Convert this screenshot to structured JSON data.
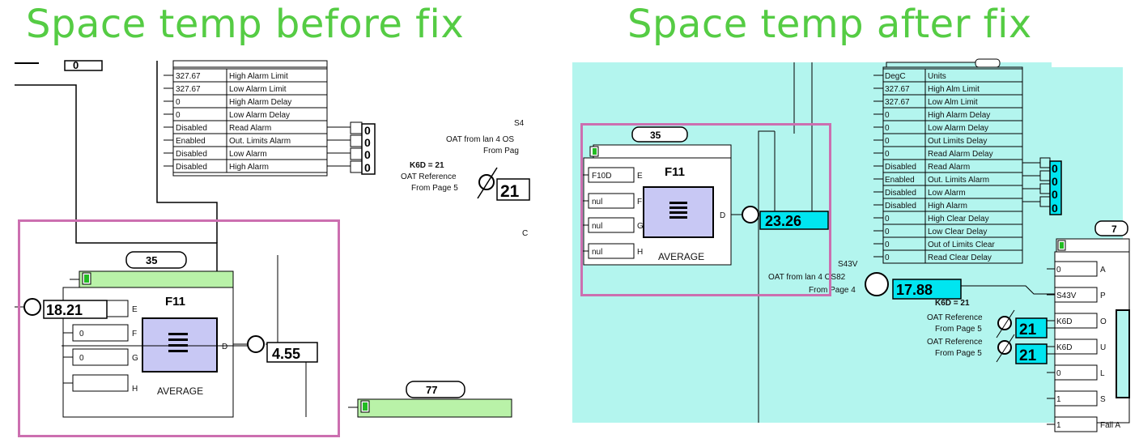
{
  "titles": {
    "before": "Space temp before fix",
    "after": "Space temp after fix"
  },
  "colors": {
    "title": "#55cc44",
    "highlight": "#cc6fb0",
    "after_background": "#b3f5ee",
    "value_box": "#00e5f0",
    "block_header": "#b9f2a8"
  },
  "before": {
    "top_value": "0",
    "alarm_rows": [
      {
        "value": "327.67",
        "label": "High Alarm Limit"
      },
      {
        "value": "327.67",
        "label": "Low Alarm Limit"
      },
      {
        "value": "0",
        "label": "High Alarm Delay"
      },
      {
        "value": "0",
        "label": "Low Alarm Delay"
      },
      {
        "value": "Disabled",
        "label": "Read Alarm"
      },
      {
        "value": "Enabled",
        "label": "Out. Limits Alarm"
      },
      {
        "value": "Disabled",
        "label": "Low Alarm"
      },
      {
        "value": "Disabled",
        "label": "High Alarm"
      }
    ],
    "status_digits": [
      "0",
      "0",
      "0",
      "0"
    ],
    "point_id": "S4",
    "oat_from": "OAT from lan 4 OS",
    "from_page": "From Pag",
    "k6d": "K6D = 21",
    "oat_reference": "OAT Reference",
    "from_page_5": "From Page 5",
    "oat_value": "21",
    "edge_char": "C",
    "block": {
      "number": "35",
      "code": "F11",
      "name": "AVERAGE",
      "inputs": [
        "E",
        "F",
        "G",
        "H"
      ],
      "input_values": [
        "",
        "0",
        "0",
        ""
      ],
      "output": "D"
    },
    "input_value": "18.21",
    "output_value": "4.55",
    "block2_number": "77"
  },
  "after": {
    "units_row": {
      "value": "DegC",
      "label": "Units"
    },
    "alarm_rows": [
      {
        "value": "327.67",
        "label": "High Alm Limit"
      },
      {
        "value": "327.67",
        "label": "Low Alm Limit"
      },
      {
        "value": "0",
        "label": "High Alarm Delay"
      },
      {
        "value": "0",
        "label": "Low Alarm Delay"
      },
      {
        "value": "0",
        "label": "Out Limits Delay"
      },
      {
        "value": "0",
        "label": "Read Alarm Delay"
      },
      {
        "value": "Disabled",
        "label": "Read Alarm"
      },
      {
        "value": "Enabled",
        "label": "Out. Limits Alarm"
      },
      {
        "value": "Disabled",
        "label": "Low Alarm"
      },
      {
        "value": "Disabled",
        "label": "High Alarm"
      },
      {
        "value": "0",
        "label": "High Clear Delay"
      },
      {
        "value": "0",
        "label": "Low Clear Delay"
      },
      {
        "value": "0",
        "label": "Out of Limits Clear"
      },
      {
        "value": "0",
        "label": "Read Clear Delay"
      }
    ],
    "status_digits": [
      "0",
      "0",
      "0",
      "0"
    ],
    "block": {
      "number": "35",
      "code": "F11",
      "name": "AVERAGE",
      "inputs": [
        "E",
        "F",
        "G",
        "H"
      ],
      "input_values": [
        "F10D",
        "nul",
        "nul",
        "nul"
      ],
      "output": "D"
    },
    "output_value": "23.26",
    "point_id": "S43V",
    "oat_from": "OAT from lan 4 OS82",
    "from_page_4": "From Page 4",
    "oat_value": "17.88",
    "k6d": "K6D = 21",
    "oat_reference": "OAT Reference",
    "from_page_5": "From Page 5",
    "oat_ref_value_1": "21",
    "oat_ref_value_2": "21",
    "block3_number": "7",
    "block3_inputs": [
      {
        "value": "0",
        "pin": "A"
      },
      {
        "value": "S43V",
        "pin": "P"
      },
      {
        "value": "K6D",
        "pin": "O"
      },
      {
        "value": "K6D",
        "pin": "U"
      },
      {
        "value": "0",
        "pin": "L"
      },
      {
        "value": "1",
        "pin": "S"
      },
      {
        "value": "1",
        "pin": "Fail A"
      }
    ]
  }
}
